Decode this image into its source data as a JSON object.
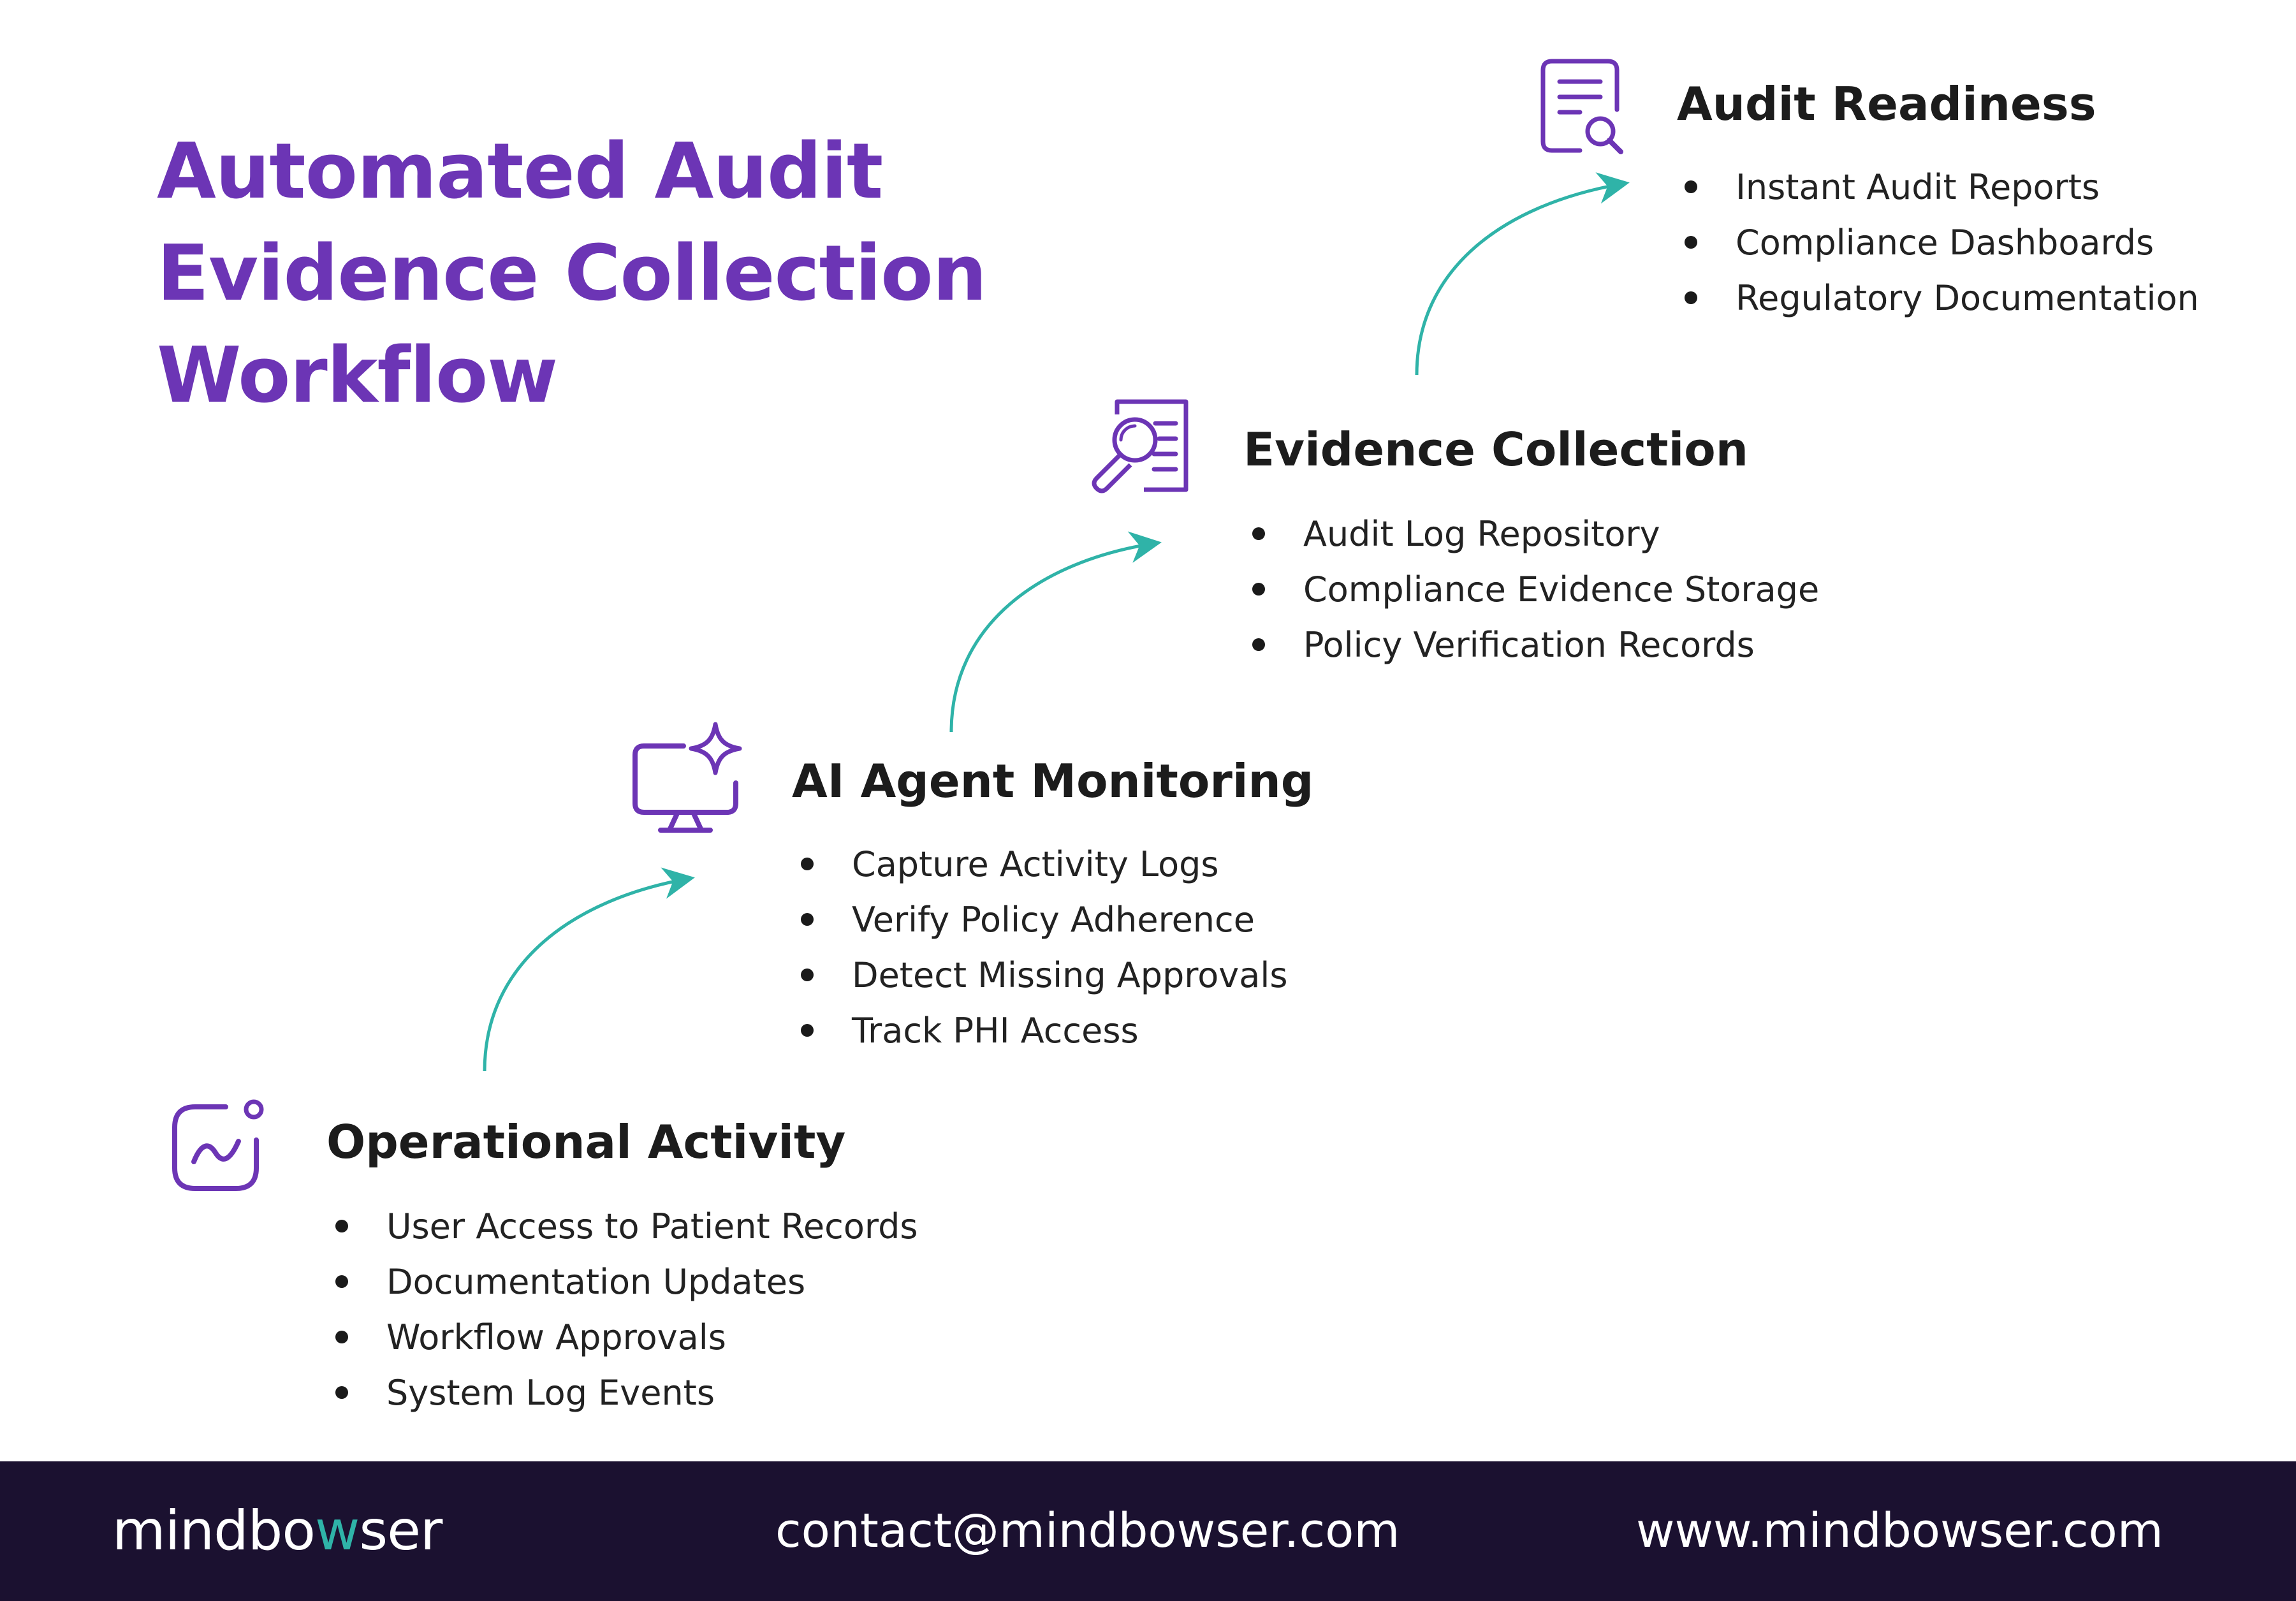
{
  "title": {
    "line1": "Automated Audit",
    "line2": "Evidence Collection",
    "line3": "Workflow"
  },
  "colors": {
    "title": "#6c35b5",
    "icon": "#6c35b5",
    "arrow": "#2fb3a8",
    "footer_bg": "#1b1130",
    "footer_text": "#ffffff",
    "logo_accent": "#2fb3a8"
  },
  "stages": [
    {
      "icon": "activity-chart-icon",
      "title": "Operational Activity",
      "items": [
        "User Access to Patient Records",
        "Documentation Updates",
        "Workflow Approvals",
        "System Log Events"
      ]
    },
    {
      "icon": "monitor-sparkle-icon",
      "title": "AI Agent Monitoring",
      "items": [
        "Capture Activity Logs",
        "Verify Policy Adherence",
        "Detect Missing Approvals",
        "Track PHI Access"
      ]
    },
    {
      "icon": "document-search-icon",
      "title": "Evidence Collection",
      "items": [
        "Audit Log Repository",
        "Compliance Evidence Storage",
        "Policy Verification Records"
      ]
    },
    {
      "icon": "report-search-icon",
      "title": "Audit Readiness",
      "items": [
        "Instant Audit Reports",
        "Compliance Dashboards",
        "Regulatory Documentation"
      ]
    }
  ],
  "footer": {
    "logo_part1": "mindbo",
    "logo_accent": "w",
    "logo_part2": "ser",
    "email": "contact@mindbowser.com",
    "website": "www.mindbowser.com"
  }
}
